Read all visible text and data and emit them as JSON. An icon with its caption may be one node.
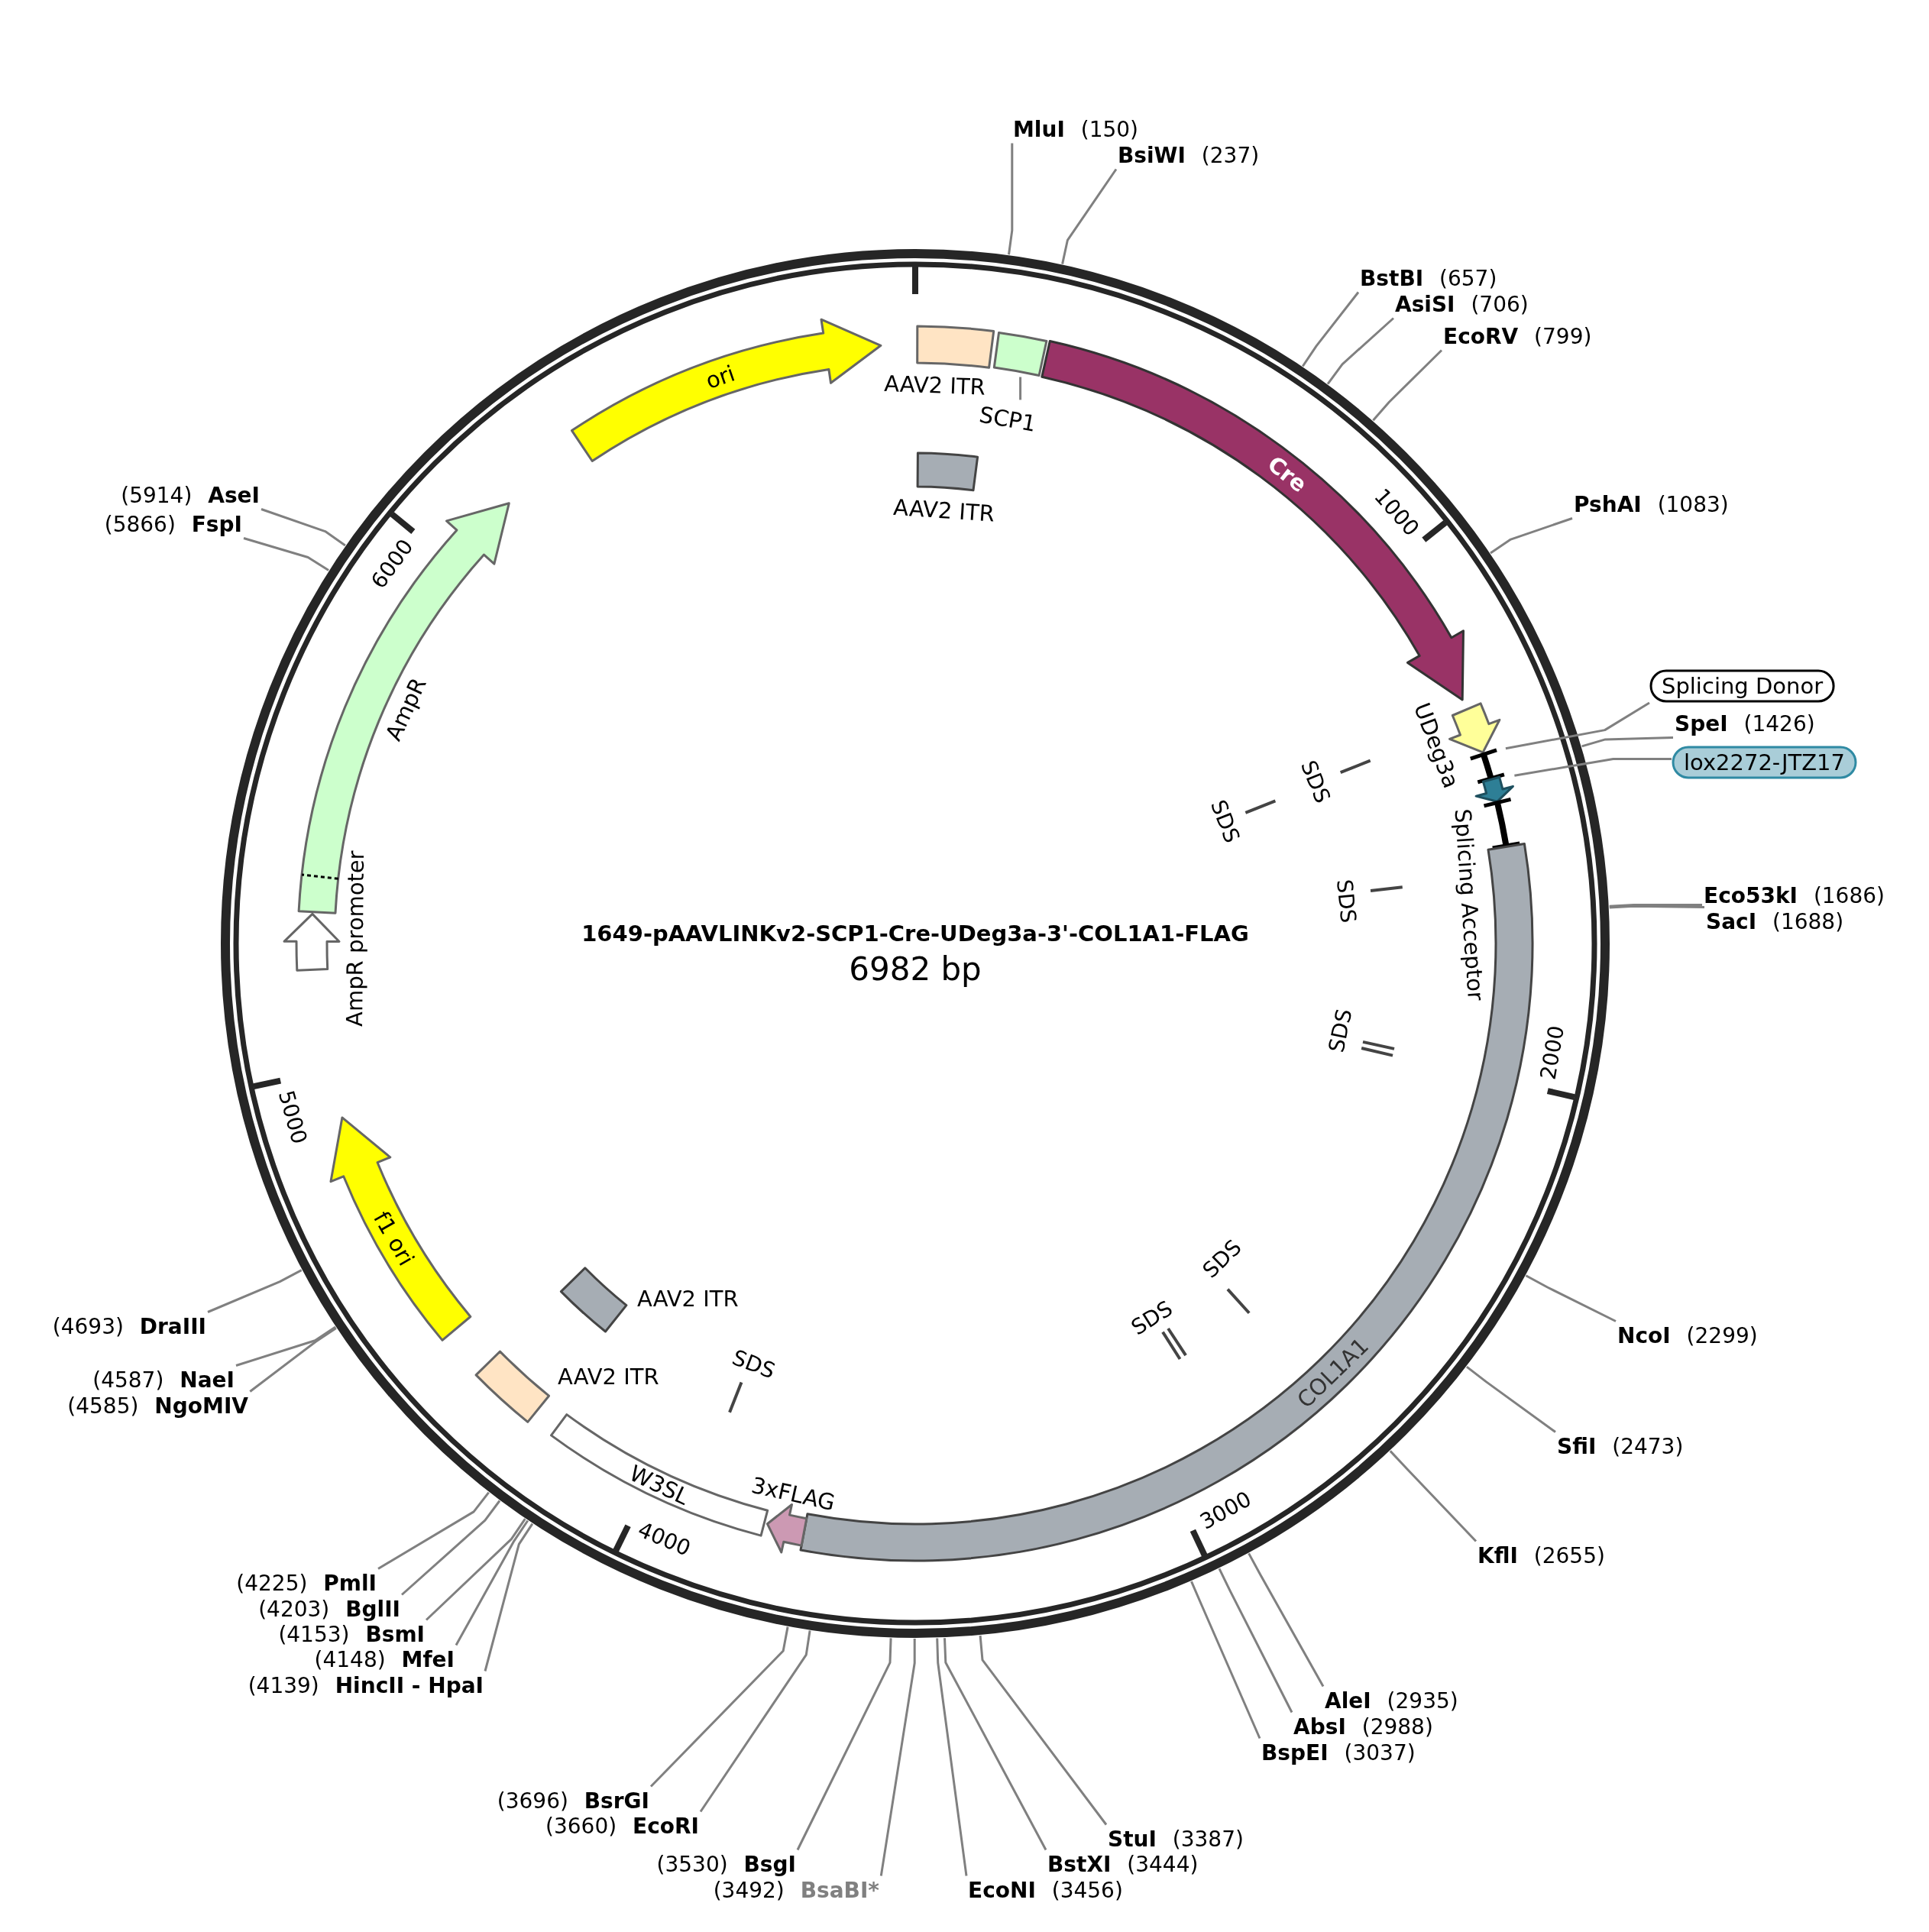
{
  "diagram": {
    "title": "1649-pAAVLINKv2-SCP1-Cre-UDeg3a-3'-COL1A1-FLAG",
    "nodes": [
      {
        "text": [
          "ori"
        ]
      },
      {
        "text": [
          "AAV2 ITR"
        ]
      },
      {
        "text": [],
        "shape": "box"
      },
      {
        "text": [
          "SCP1"
        ]
      },
      {
        "text": [
          "AAV2 ITR"
        ]
      },
      {
        "text": [
          "Cre"
        ]
      },
      {
        "text": [
          "UDeg3a"
        ]
      },
      {
        "text": [],
        "shape": "bar"
      },
      {
        "text": [
          "Splicing Donor"
        ]
      },
      {
        "text": [],
        "shape": "arrow"
      },
      {
        "text": [
          "lox2272-JTZ17"
        ]
      },
      {
        "text": [
          "Splicing Acceptor"
        ]
      },
      {
        "text": [
          "COL1A1"
        ]
      },
      {
        "text": [
          "3xFLAG"
        ]
      },
      {
        "text": [
          "W3SL"
        ]
      },
      {
        "text": [
          "AAV2 ITR"
        ]
      },
      {
        "text": [
          "AAV2 ITR"
        ]
      },
      {
        "text": [
          "f1 ori"
        ]
      },
      {
        "text": [
          "AmpR promoter"
        ]
      },
      {
        "text": [
          "AmpR"
        ]
      },
      {
        "text": [
          "MluI",
          "(150)"
        ]
      },
      {
        "text": [
          "BsiWI",
          "(237)"
        ]
      },
      {
        "text": [
          "BstBI",
          "(657)"
        ]
      },
      {
        "text": [
          "AsiSI",
          "(706)"
        ]
      },
      {
        "text": [
          "EcoRV",
          "(799)"
        ]
      },
      {
        "text": [
          "PshAI",
          "(1083)"
        ]
      },
      {
        "text": [
          "SpeI",
          "(1426)"
        ]
      },
      {
        "text": [
          "Eco53kI",
          "(1686)"
        ]
      },
      {
        "text": [
          "SacI",
          "(1688)"
        ]
      },
      {
        "text": [
          "NcoI",
          "(2299)"
        ]
      },
      {
        "text": [
          "SfiI",
          "(2473)"
        ]
      },
      {
        "text": [
          "KflI",
          "(2655)"
        ]
      },
      {
        "text": [
          "AleI",
          "(2935)"
        ]
      },
      {
        "text": [
          "AbsI",
          "(2988)"
        ]
      },
      {
        "text": [
          "BspEI",
          "(3037)"
        ]
      },
      {
        "text": [
          "StuI",
          "(3387)"
        ]
      },
      {
        "text": [
          "BstXI",
          "(3444)"
        ]
      },
      {
        "text": [
          "EcoNI",
          "(3456)"
        ]
      },
      {
        "text": [
          "(3492)",
          "BsaBI*"
        ]
      },
      {
        "text": [
          "(3530)",
          "BsgI"
        ]
      },
      {
        "text": [
          "(3660)",
          "EcoRI"
        ]
      },
      {
        "text": [
          "(3696)",
          "BsrGI"
        ]
      },
      {
        "text": [
          "(4139)",
          "HincII - HpaI"
        ]
      },
      {
        "text": [
          "(4148)",
          "MfeI"
        ]
      },
      {
        "text": [
          "(4153)",
          "BsmI"
        ]
      },
      {
        "text": [
          "(4203)",
          "BglII"
        ]
      },
      {
        "text": [
          "(4225)",
          "PmlI"
        ]
      },
      {
        "text": [
          "(4585)",
          "NgoMIV"
        ]
      },
      {
        "text": [
          "(4587)",
          "NaeI"
        ]
      },
      {
        "text": [
          "(4693)",
          "DraIII"
        ]
      },
      {
        "text": [
          "(5866)",
          "FspI"
        ]
      },
      {
        "text": [
          "(5914)",
          "AseI"
        ]
      }
    ],
    "edges": [
      {
        "from": 3,
        "to": 2,
        "arrow": "none"
      },
      {
        "from": 8,
        "to": 7,
        "arrow": "none"
      },
      {
        "from": 10,
        "to": 9,
        "arrow": "none"
      },
      {
        "from": 20,
        "to": null,
        "arrow": "none"
      },
      {
        "from": 21,
        "to": null,
        "arrow": "none"
      },
      {
        "from": 22,
        "to": null,
        "arrow": "none"
      },
      {
        "from": 23,
        "to": null,
        "arrow": "none"
      },
      {
        "from": 24,
        "to": null,
        "arrow": "none"
      },
      {
        "from": 25,
        "to": null,
        "arrow": "none"
      },
      {
        "from": 26,
        "to": null,
        "arrow": "none"
      },
      {
        "from": 27,
        "to": null,
        "arrow": "none"
      },
      {
        "from": 28,
        "to": null,
        "arrow": "none"
      },
      {
        "from": 29,
        "to": null,
        "arrow": "none"
      },
      {
        "from": 30,
        "to": null,
        "arrow": "none"
      },
      {
        "from": 31,
        "to": null,
        "arrow": "none"
      },
      {
        "from": 32,
        "to": null,
        "arrow": "none"
      },
      {
        "from": 33,
        "to": null,
        "arrow": "none"
      },
      {
        "from": 34,
        "to": null,
        "arrow": "none"
      },
      {
        "from": 35,
        "to": null,
        "arrow": "none"
      },
      {
        "from": 36,
        "to": null,
        "arrow": "none"
      },
      {
        "from": 37,
        "to": null,
        "arrow": "none"
      },
      {
        "from": 38,
        "to": null,
        "arrow": "none"
      },
      {
        "from": 39,
        "to": null,
        "arrow": "none"
      },
      {
        "from": 40,
        "to": null,
        "arrow": "none"
      },
      {
        "from": 41,
        "to": null,
        "arrow": "none"
      },
      {
        "from": 42,
        "to": null,
        "arrow": "none"
      },
      {
        "from": 43,
        "to": null,
        "arrow": "none"
      },
      {
        "from": 44,
        "to": null,
        "arrow": "none"
      },
      {
        "from": 45,
        "to": null,
        "arrow": "none"
      },
      {
        "from": 46,
        "to": null,
        "arrow": "none"
      },
      {
        "from": 47,
        "to": null,
        "arrow": "none"
      },
      {
        "from": 48,
        "to": null,
        "arrow": "none"
      },
      {
        "from": 49,
        "to": null,
        "arrow": "none"
      },
      {
        "from": 50,
        "to": null,
        "arrow": "none"
      },
      {
        "from": 51,
        "to": null,
        "arrow": "none"
      }
    ],
    "labels": [
      "1000",
      "6000",
      "SDS",
      "SDS",
      "SDS",
      "6982 bp",
      "SDS",
      "2000",
      "5000",
      "SDS",
      "SDS",
      "SDS",
      "3000",
      "4000"
    ]
  }
}
